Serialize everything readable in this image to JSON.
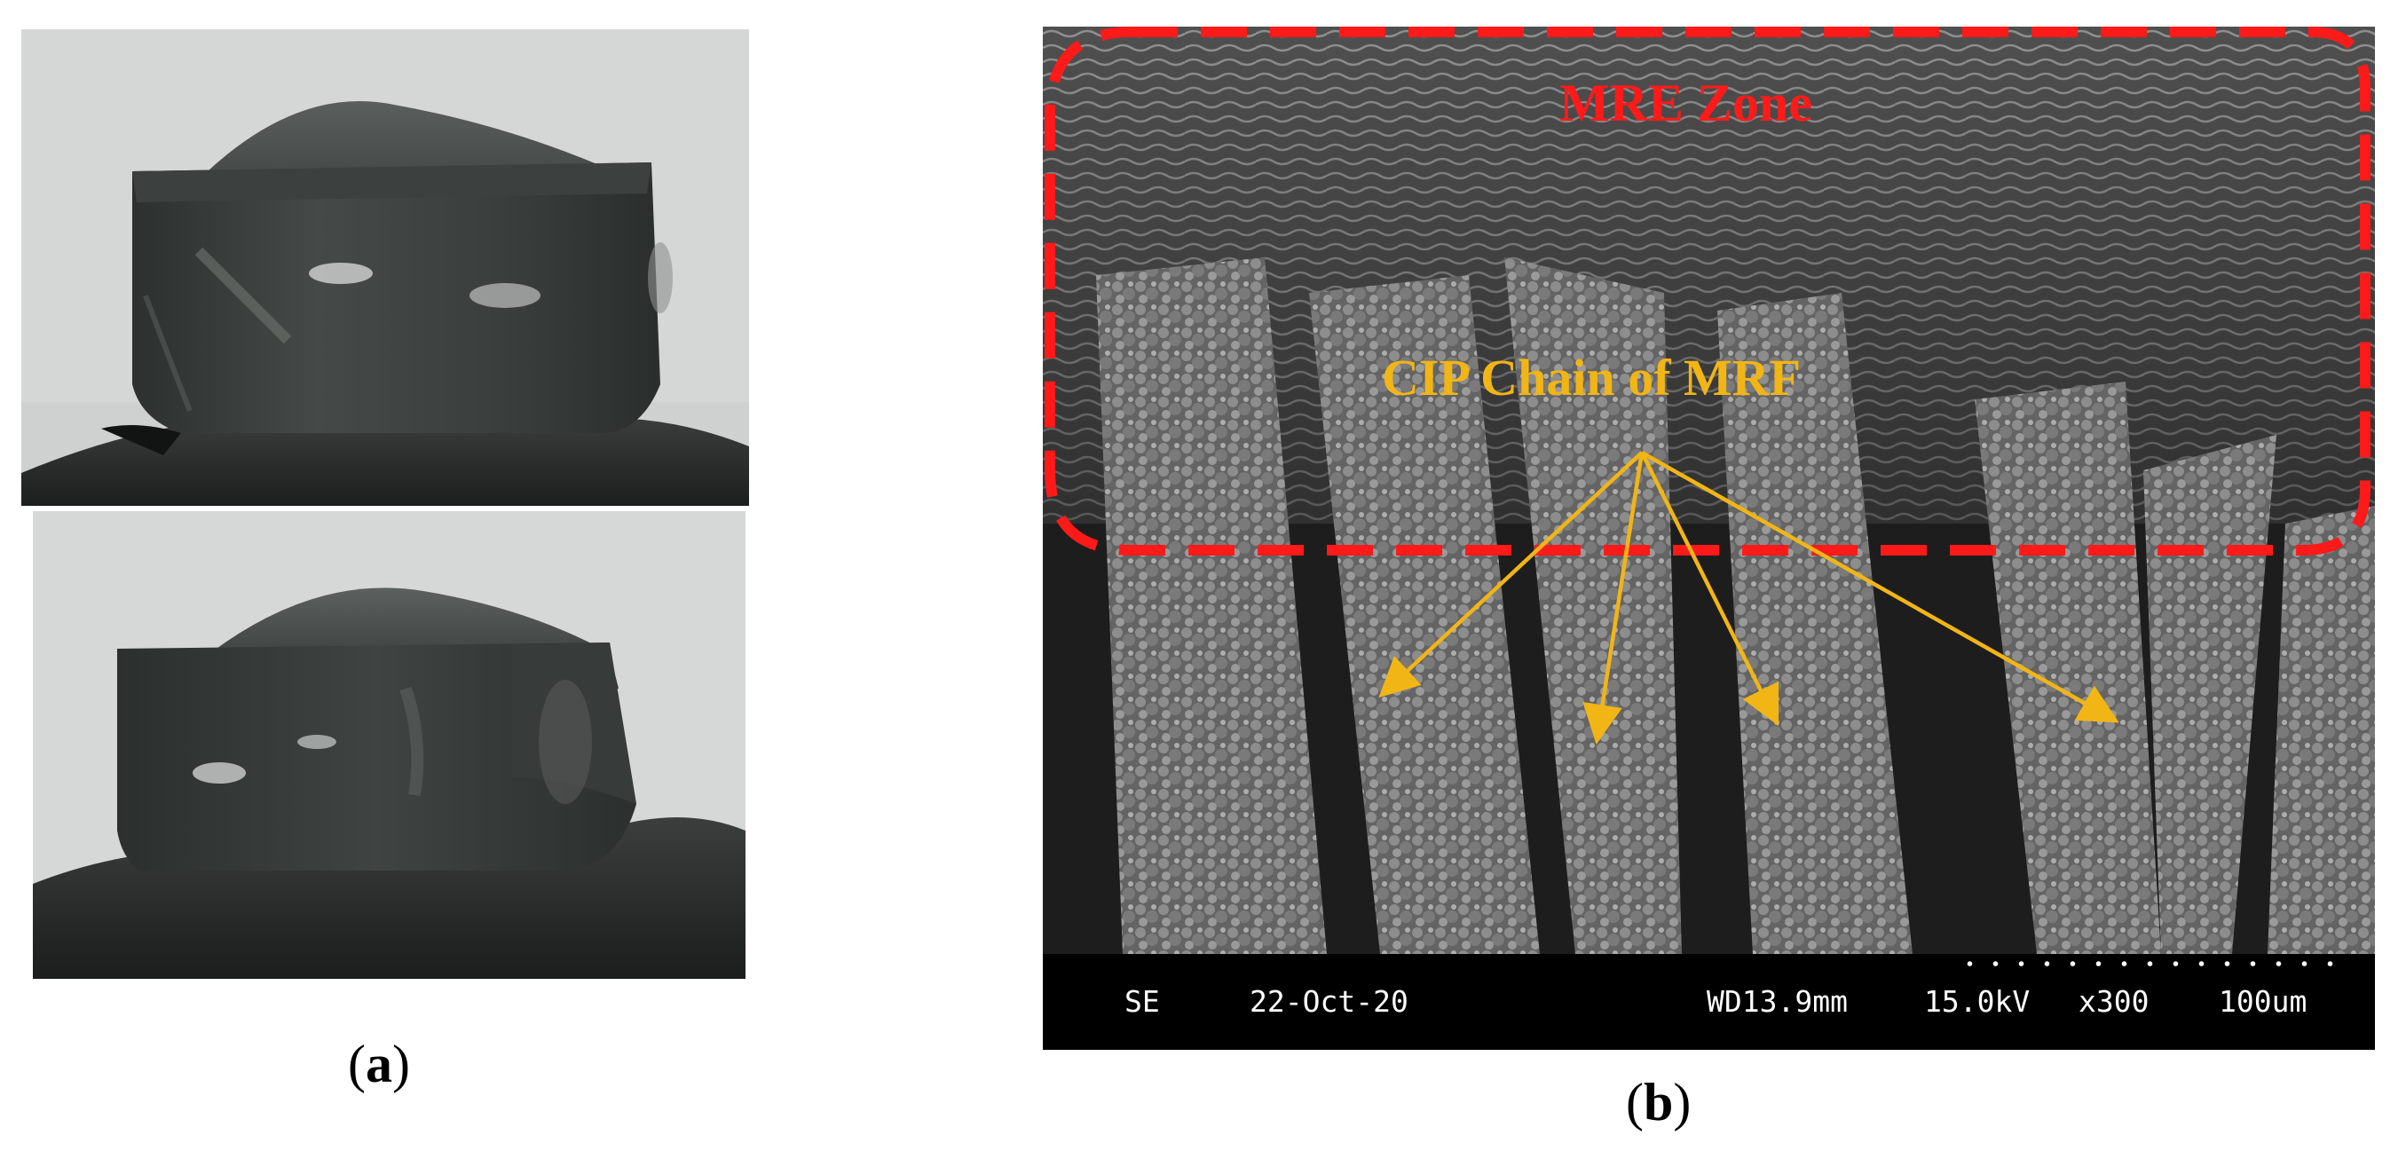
{
  "figure": {
    "panel_a": {
      "caption_open": "(",
      "caption_letter": "a",
      "caption_close": ")"
    },
    "panel_b": {
      "caption_open": "(",
      "caption_letter": "b",
      "caption_close": ")",
      "zone_label": "MRE Zone",
      "chain_label": "CIP Chain of MRF",
      "zone_color": "#ff1a1a",
      "chain_color": "#f2b516",
      "sem_info": {
        "mode": "SE",
        "date": "22-Oct-20",
        "working_distance": "WD13.9mm",
        "voltage": "15.0kV",
        "magnification": "x300",
        "scale": "100um"
      }
    }
  }
}
